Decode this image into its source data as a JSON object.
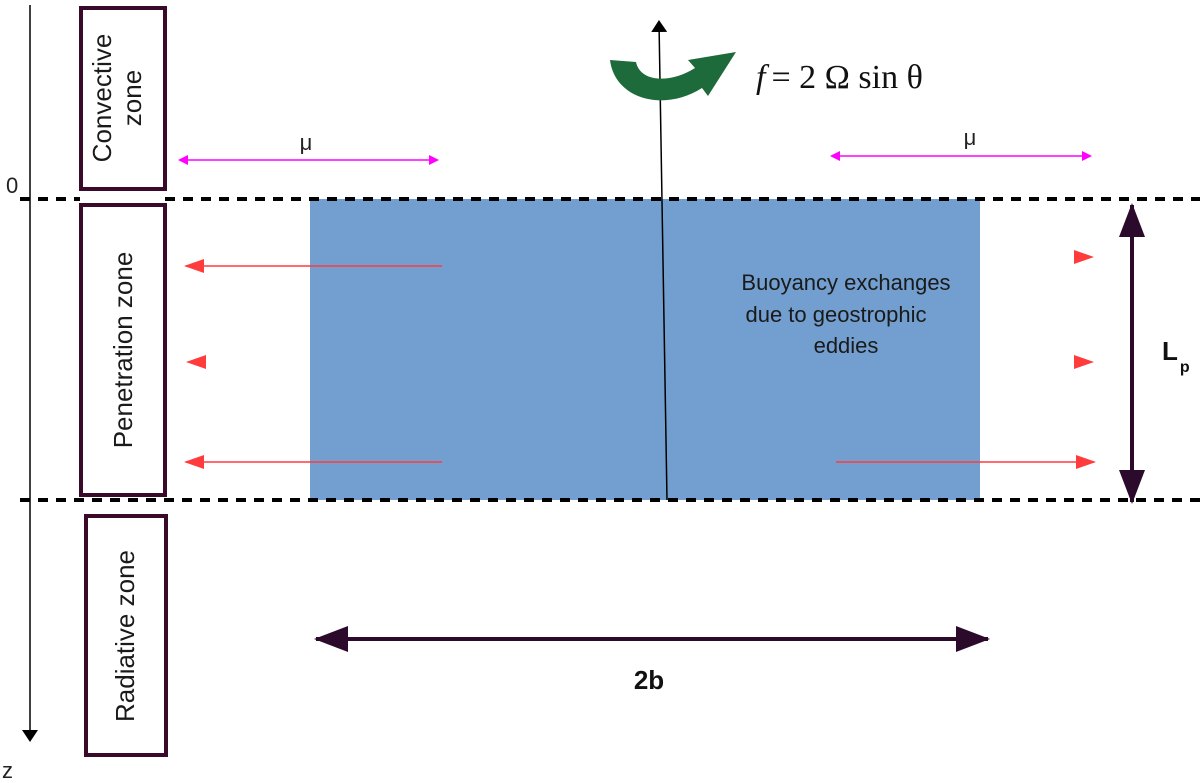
{
  "labels": {
    "convective_line1": "Convective",
    "convective_line2": "zone",
    "penetration": "Penetration zone",
    "radiative": "Radiative zone",
    "zero": "0",
    "z_axis": "z",
    "mu_left": "μ",
    "mu_right": "μ",
    "box_line1": "Buoyancy exchanges",
    "box_line2": "due to geostrophic",
    "box_line3": "eddies",
    "lp_main": "L",
    "lp_sub": "p",
    "width_label": "2b",
    "formula_f": "f",
    "formula_rest": "= 2 Ω sin θ"
  },
  "colors": {
    "box_fill": "#729fcf",
    "mu_arrow": "#ff00ff",
    "flux_arrow": "#ff3b3b",
    "dark_arrow": "#2b0a2b",
    "rotation_arrow": "#1d6b3a",
    "zone_border": "#3a0a2a"
  }
}
